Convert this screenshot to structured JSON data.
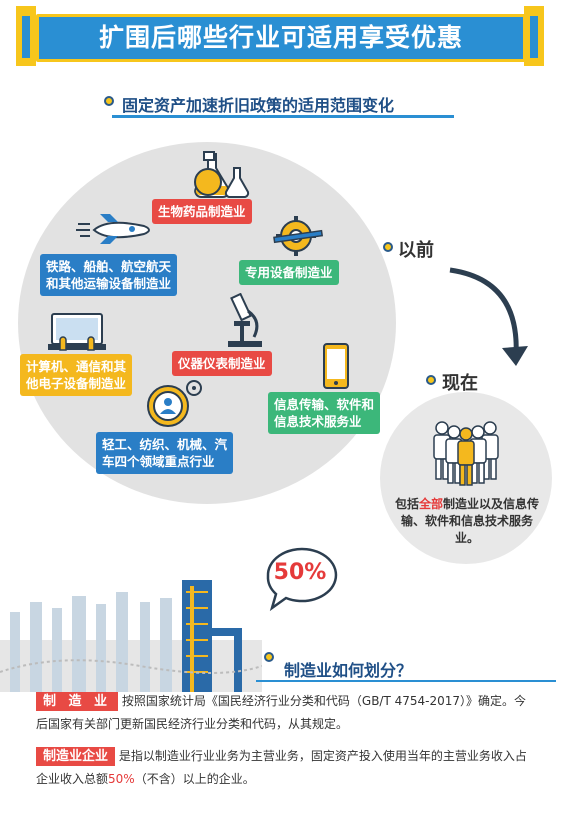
{
  "header": {
    "title": "扩围后哪些行业可适用享受优惠"
  },
  "section1": {
    "title": "固定资产加速折旧政策的适用范围变化"
  },
  "industries": {
    "bio": "生物药品制造业",
    "rail": [
      "铁路、船舶、航空航天",
      "和其他运输设备制造业"
    ],
    "special": "专用设备制造业",
    "computer": [
      "计算机、通信和其",
      "他电子设备制造业"
    ],
    "instrument": "仪器仪表制造业",
    "info": [
      "信息传输、软件和",
      "信息技术服务业"
    ],
    "light": [
      "轻工、纺织、机械、汽",
      "车四个领域重点行业"
    ]
  },
  "timeline": {
    "before": "以前",
    "now": "现在"
  },
  "now_desc": {
    "prefix": "包括",
    "highlight": "全部",
    "rest": "制造业以及信息传输、软件和信息技术服务业。"
  },
  "badge": {
    "percent": "50%"
  },
  "section2": {
    "title": "制造业如何划分？"
  },
  "definition1": {
    "tag": "制 造 业",
    "text": "按照国家统计局《国民经济行业分类和代码（GB/T 4754-2017）》确定。今后国家有关部门更新国民经济行业分类和代码，从其规定。"
  },
  "definition2": {
    "tag": "制造业企业",
    "text_a": "是指以制造业行业业务为主营业务，固定资产投入使用当年的主营业务收入占企业收入总额",
    "highlight": "50%",
    "text_b": "（不含）以上的企业。"
  },
  "colors": {
    "blue": "#2a8fd3",
    "yellow": "#f7c61c",
    "red": "#e84a44",
    "green": "#3cb77a",
    "navy": "#1f4f86"
  }
}
